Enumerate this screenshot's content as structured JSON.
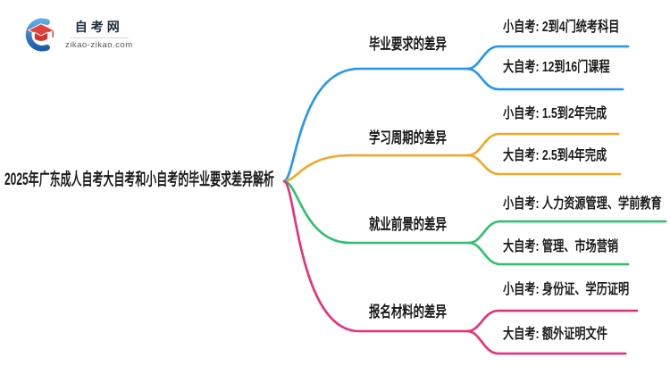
{
  "logo": {
    "site_name": "自考网",
    "site_url": "zikao-zikao.com",
    "cap_color": "#e2413a",
    "swoosh_color_top": "#5ea9e8",
    "swoosh_color_bottom": "#1a5da8"
  },
  "main_topic": {
    "text": "2025年广东成人自考大自考和小自考的毕业要求差异解析"
  },
  "branches": [
    {
      "label": "毕业要求的差异",
      "color": "#2196f3",
      "children": [
        {
          "text": "小自考: 2到4门统考科目"
        },
        {
          "text": "大自考: 12到16门课程"
        }
      ]
    },
    {
      "label": "学习周期的差异",
      "color": "#f5a623",
      "children": [
        {
          "text": "小自考: 1.5到2年完成"
        },
        {
          "text": "大自考: 2.5到4年完成"
        }
      ]
    },
    {
      "label": "就业前景的差异",
      "color": "#2ec16c",
      "children": [
        {
          "text": "小自考: 人力资源管理、学前教育"
        },
        {
          "text": "大自考: 管理、市场营销"
        }
      ]
    },
    {
      "label": "报名材料的差异",
      "color": "#ee2d79",
      "children": [
        {
          "text": "小自考: 身份证、学历证明"
        },
        {
          "text": "大自考: 额外证明文件"
        }
      ]
    }
  ]
}
